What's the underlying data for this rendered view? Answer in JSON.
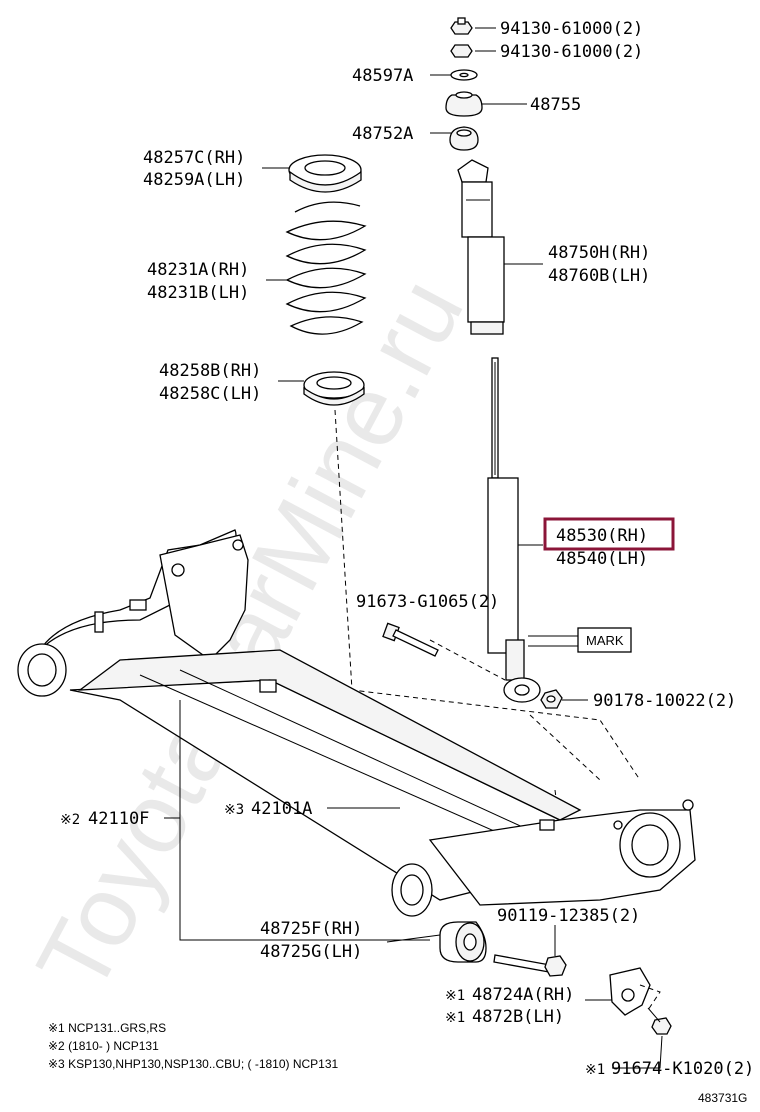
{
  "watermark": "ToyotaCarMine.ru",
  "diagram_id": "483731G",
  "mark_label": "MARK",
  "labels": {
    "nut1": "94130-61000(2)",
    "nut2": "94130-61000(2)",
    "p48597a": "48597A",
    "p48755": "48755",
    "p48752a": "48752A",
    "insul_up_rh": "48257C(RH)",
    "insul_up_lh": "48259A(LH)",
    "bump_rh": "48750H(RH)",
    "bump_lh": "48760B(LH)",
    "spring_rh": "48231A(RH)",
    "spring_lh": "48231B(LH)",
    "insul_lo_rh": "48258B(RH)",
    "insul_lo_lh": "48258C(LH)",
    "shock_rh": "48530(RH)",
    "shock_lh": "48540(LH)",
    "bolt1": "91673-G1065(2)",
    "nut3": "90178-10022(2)",
    "beam_note": "※2",
    "beam": "42110F",
    "axle_note": "※3",
    "axle": "42101A",
    "bush_rh": "48725F(RH)",
    "bush_lh": "48725G(LH)",
    "bolt2": "90119-12385(2)",
    "brk_note1": "※1",
    "brk_rh": "48724A(RH)",
    "brk_note2": "※1",
    "brk_lh": "4872B(LH)",
    "bolt3_note": "※1",
    "bolt3": "91674-K1020(2)"
  },
  "notes": [
    "※1  NCP131..GRS,RS",
    "※2 (1810-         ) NCP131",
    "※3 KSP130,NHP130,NSP130..CBU; (         -1810) NCP131"
  ],
  "highlight_color": "#8b1538"
}
